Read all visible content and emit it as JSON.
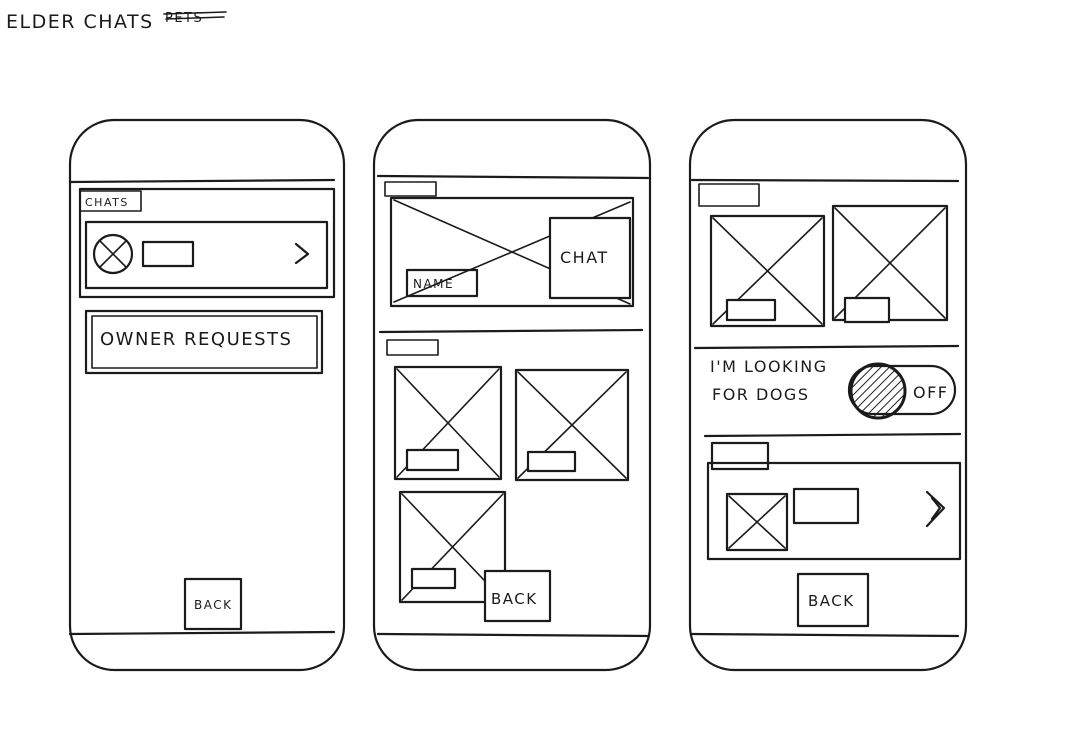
{
  "page": {
    "title": "ELDER CHATS",
    "title_strike": "PETS"
  },
  "screen1": {
    "chats_label": "CHATS",
    "owner_requests_label": "OWNER REQUESTS",
    "back_label": "BACK",
    "chevron_glyph": ">"
  },
  "screen2": {
    "chat_label": "CHAT",
    "name_label": "NAME",
    "back_label": "BACK"
  },
  "screen3": {
    "looking_line1": "I'M LOOKING",
    "looking_line2": "FOR DOGS",
    "toggle_label": "OFF",
    "toggle_state": "off",
    "back_label": "BACK",
    "chevron_glyph": ">"
  }
}
